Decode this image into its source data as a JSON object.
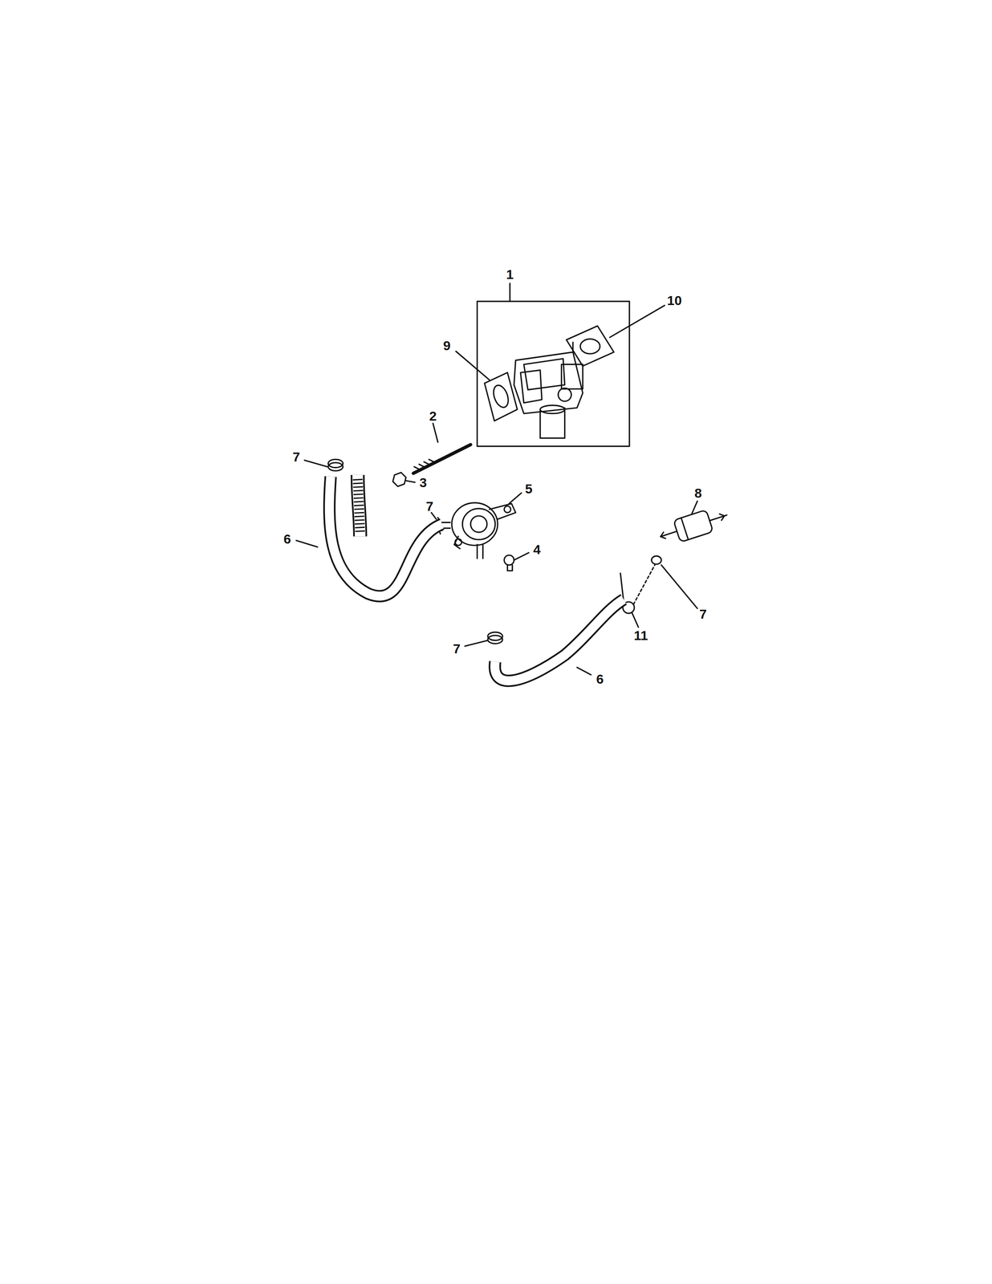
{
  "diagram": {
    "labels": [
      "1",
      "10",
      "9",
      "2",
      "7",
      "3",
      "5",
      "8",
      "7",
      "6",
      "4",
      "7",
      "11",
      "7",
      "6"
    ]
  }
}
